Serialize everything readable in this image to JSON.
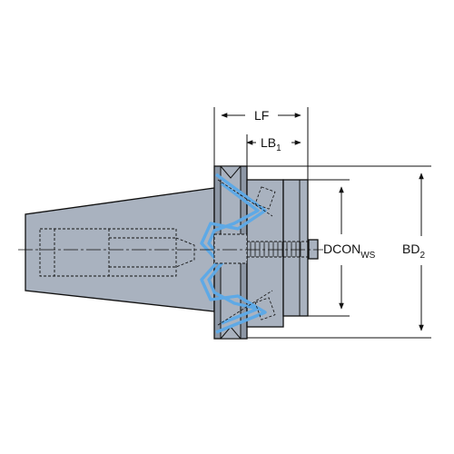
{
  "labels": {
    "lf": "LF",
    "lb_main": "LB",
    "lb_sub": "1",
    "dcon_main": "DCON",
    "dcon_sub": "WS",
    "bd_main": "BD",
    "bd_sub": "2"
  },
  "colors": {
    "body": "#a9b2bf",
    "body_dark": "#8d97a5",
    "outline": "#111111",
    "coolant": "#5ea9e6",
    "background": "#ffffff"
  }
}
